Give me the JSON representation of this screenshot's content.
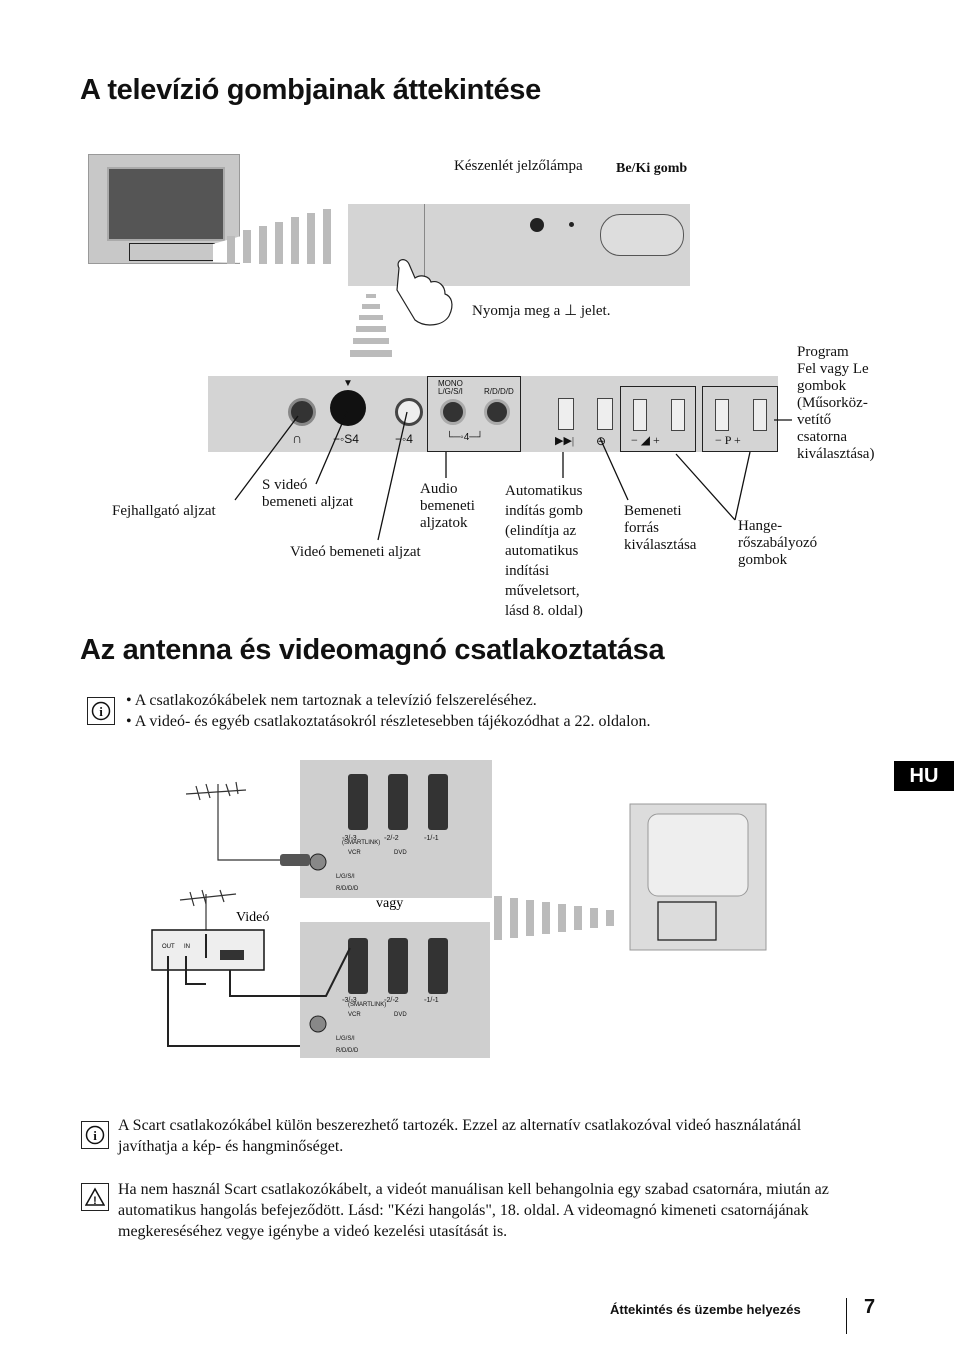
{
  "section1": {
    "title": "A televízió gombjainak áttekintése",
    "labels": {
      "standby_lamp": "Készenlét jelzőlámpa",
      "power_button": "Be/Ki gomb",
      "press_prefix": "Nyomja meg a",
      "press_suffix": "jelet.",
      "program": "Program\nFel vagy Le\ngombok\n(Műsorköz-\nvetítő\ncsatorna\nkiválasztása)",
      "headphone": "Fejhallgató aljzat",
      "svideo": "S videó\nbemeneti aljzat",
      "video_in": "Videó bemeneti aljzat",
      "audio_in": "Audio\nbemeneti\naljzatok",
      "auto_start": "Automatikus\nindítás gomb\n(elindítja az\nautomatikus\nindítási\nműveletsort,\nlásd 8. oldal)",
      "input_select": "Bemeneti\nforrás\nkiválasztása",
      "volume": "Hange-\nrőszabályozó\ngombok"
    },
    "panel_text": {
      "mono": "MONO",
      "lgsi": "L/G/S/I",
      "rddd": "R/D/D/D",
      "svideo_mark": "−◦S4",
      "video_mark": "−◦4",
      "audio_mark": "└─◦4─┘",
      "p_mark": "P"
    }
  },
  "section2": {
    "title": "Az antenna és videomagnó csatlakoztatása",
    "bullets": [
      "A csatlakozókábelek nem tartoznak a televízió felszereléséhez.",
      "A videó- és egyéb csatlakoztatásokról részletesebben tájékozódhat a 22. oldalon."
    ],
    "diagram": {
      "video_label": "Videó",
      "or_label": "vagy",
      "smartlink": "(SMARTLINK)",
      "scart1": "◦3/◦3",
      "scart2": "◦2/◦2",
      "scart3": "◦1/◦1",
      "vcr": "VCR",
      "dvd": "DVD",
      "lgsi": "L/G/S/I",
      "rddd": "R/D/D/D",
      "out": "OUT",
      "in": "IN"
    },
    "note1": "A Scart csatlakozókábel külön beszerezhető tartozék. Ezzel az alternatív csatlakozóval videó használatánál javíthatja a kép- és hangminőséget.",
    "note2": "Ha nem használ Scart csatlakozókábelt, a videót manuálisan kell behangolnia egy szabad csatornára, miután az automatikus hangolás befejeződött. Lásd: \"Kézi hangolás\", 18. oldal. A videomagnó kimeneti csatornájának megkereséséhez vegye igénybe a videó kezelési utasítását is."
  },
  "side_tab": "HU",
  "footer": {
    "section": "Áttekintés és üzembe helyezés",
    "page": "7"
  }
}
